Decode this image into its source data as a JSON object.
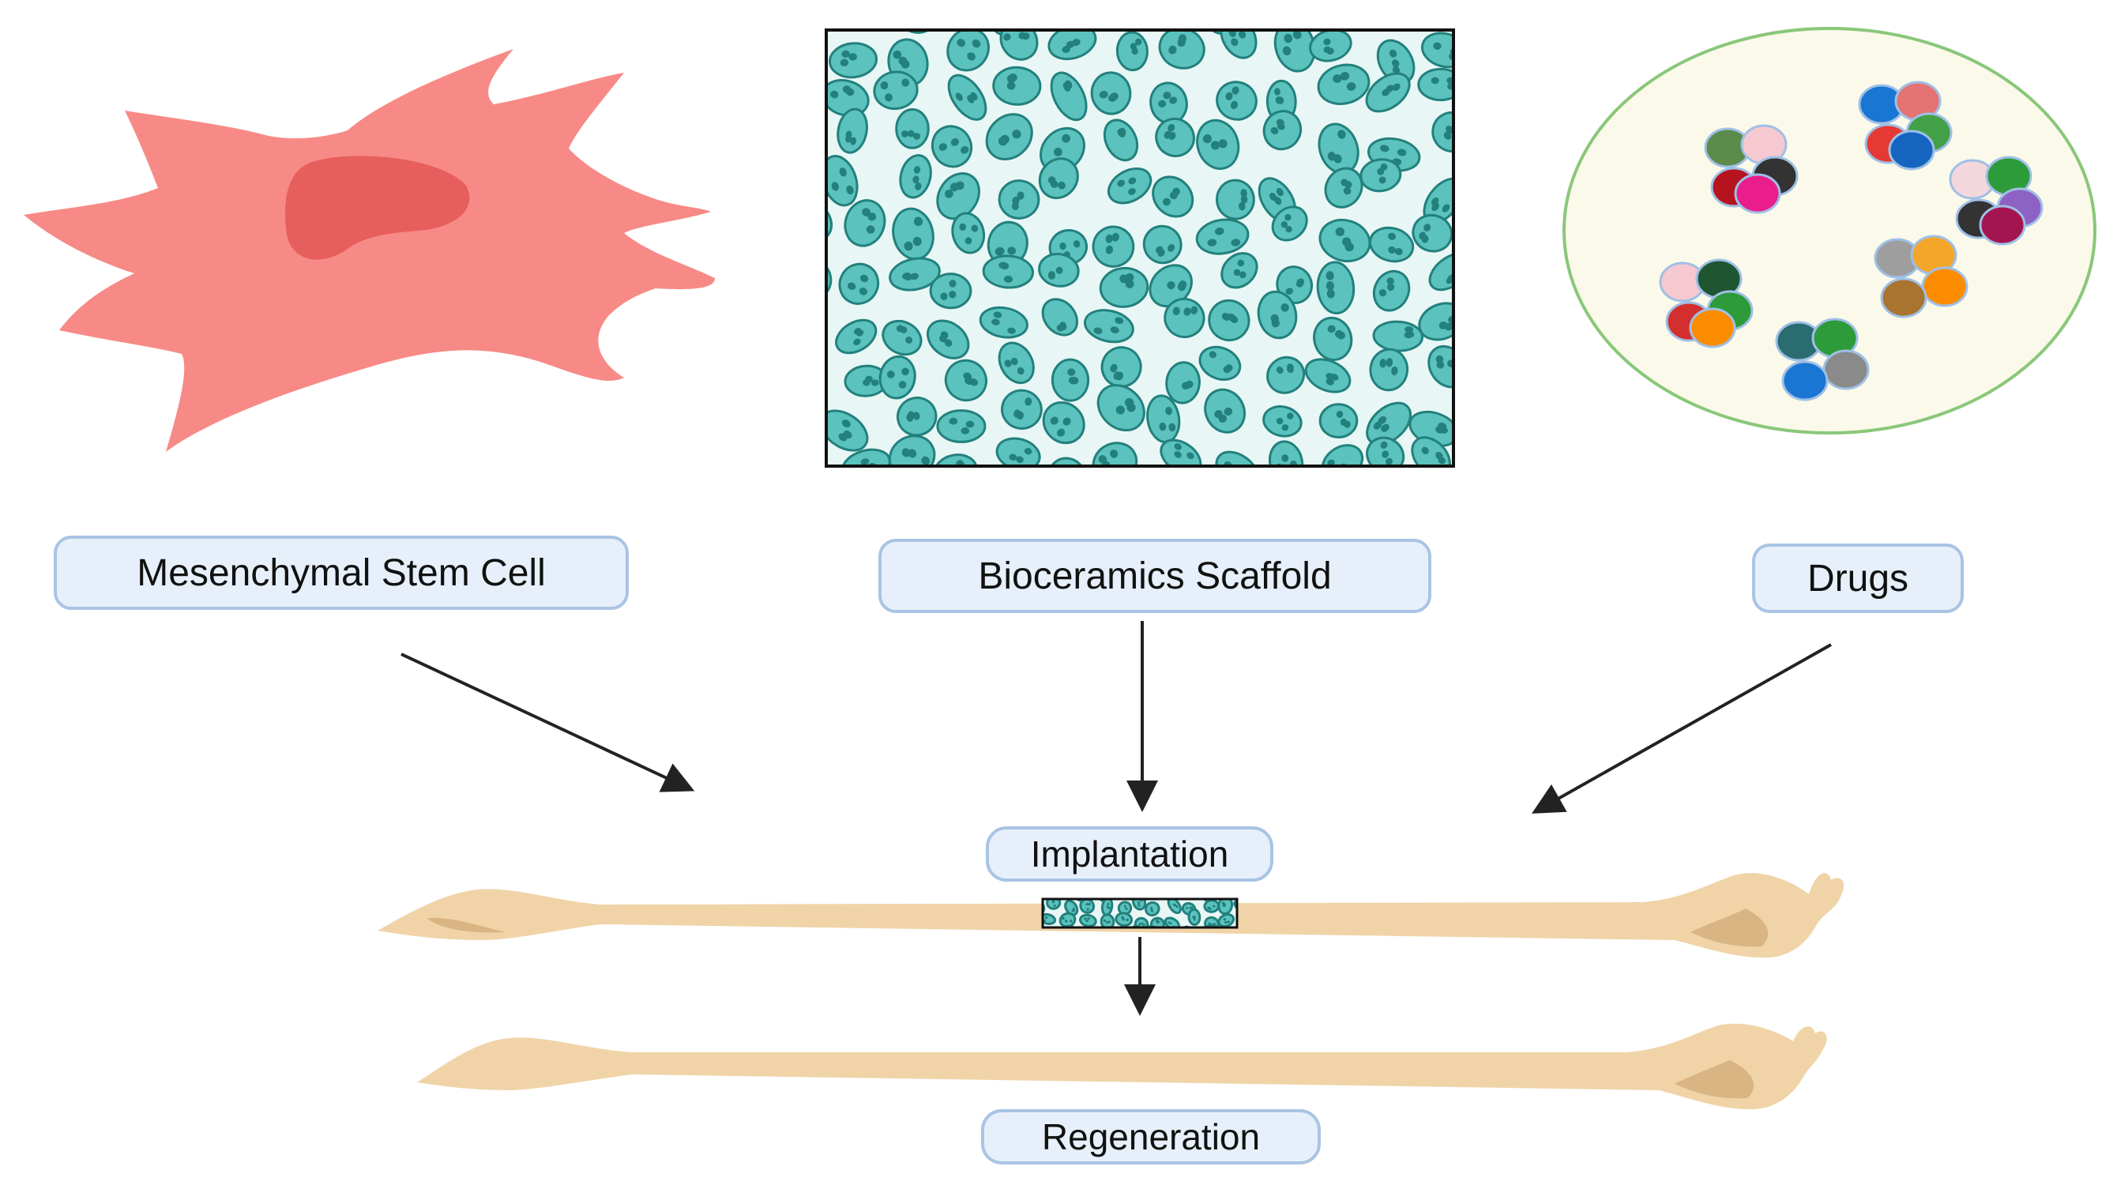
{
  "labels": {
    "stem_cell": "Mesenchymal Stem Cell",
    "scaffold": "Bioceramics Scaffold",
    "drugs": "Drugs",
    "implantation": "Implantation",
    "regeneration": "Regeneration"
  },
  "icons": {
    "stem_cell": "mesenchymal-stem-cell-illustration",
    "scaffold": "porous-scaffold-illustration",
    "drugs": "drug-particles-illustration",
    "bone": "long-bone-illustration"
  },
  "colors": {
    "cell_body": "#f78a86",
    "cell_nucleus": "#e65f5c",
    "scaffold_fill": "#5bc2bd",
    "scaffold_pore": "#23807c",
    "scaffold_bg": "#e8f7f6",
    "drug_circle_fill": "#fbfaea",
    "drug_circle_stroke": "#8ac77a",
    "bone": "#f0d4a8",
    "bone_shade": "#d9b584",
    "arrow": "#222222",
    "label_fill": "#e7f0fa",
    "label_border": "#a9c4e4"
  }
}
